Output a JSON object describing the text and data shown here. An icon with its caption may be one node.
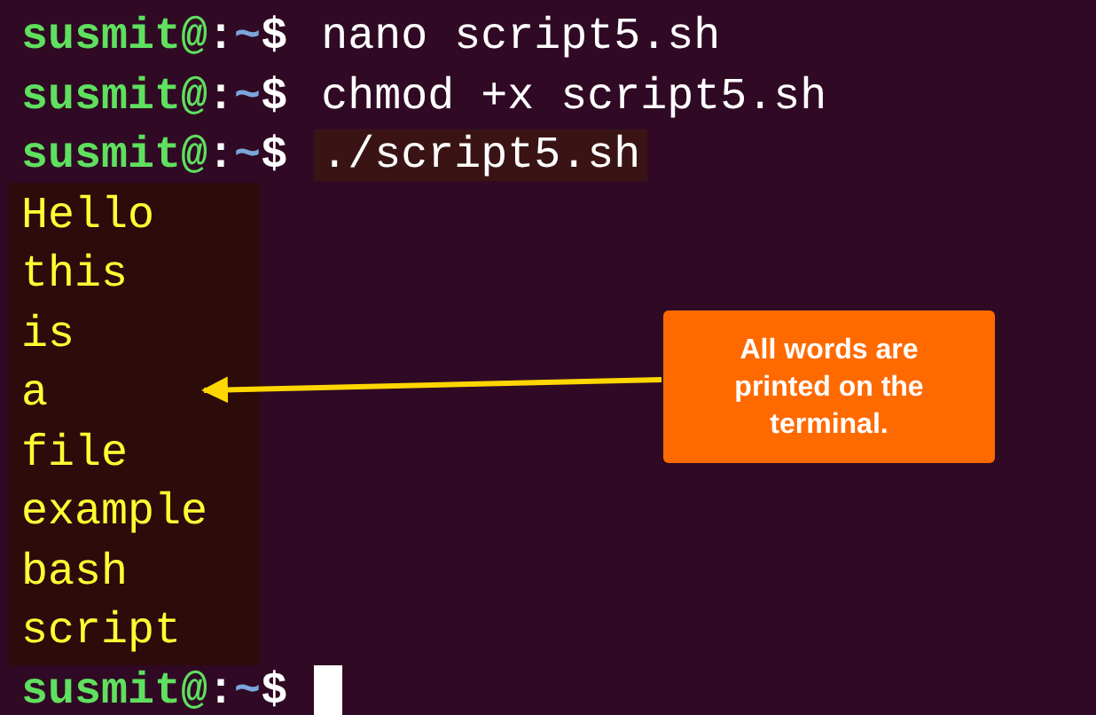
{
  "diagram": {
    "nodes": [
      {
        "text": [
          "Hello",
          "this",
          "is",
          "a",
          "file",
          "example",
          "bash",
          "script"
        ]
      },
      {
        "text": [
          "All words are printed on the terminal."
        ]
      }
    ],
    "edges": [
      {
        "from": 1,
        "to": 0,
        "arrow": "to",
        "color": "#ffd700"
      }
    ],
    "labels": [
      "susmit@:~$",
      "nano script5.sh",
      "susmit@:~$",
      "chmod +x script5.sh",
      "susmit@:~$",
      "./script5.sh",
      "susmit@:~$"
    ]
  }
}
